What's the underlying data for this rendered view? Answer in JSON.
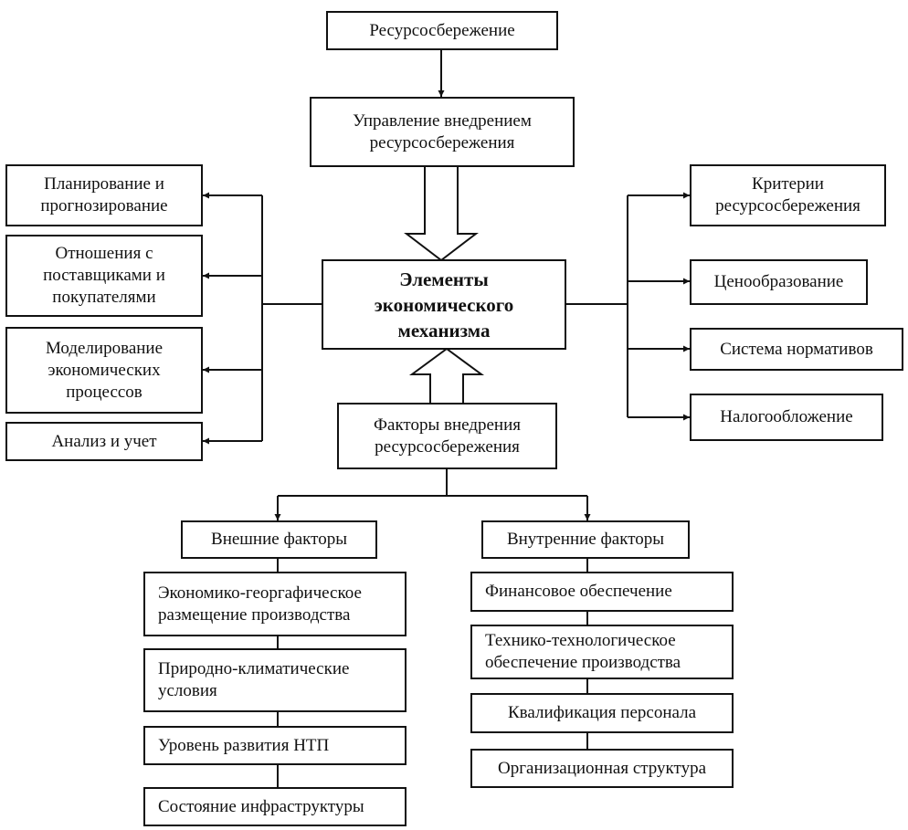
{
  "diagram": {
    "top": {
      "lines": [
        "Ресурсосбережение"
      ]
    },
    "management": {
      "lines": [
        "Управление внедрением",
        "ресурсосбережения"
      ]
    },
    "center": {
      "lines": [
        "Элементы",
        "экономического",
        "механизма"
      ]
    },
    "factors": {
      "lines": [
        "Факторы внедрения",
        "ресурсосбережения"
      ]
    },
    "left_items": [
      {
        "lines": [
          "Планирование и",
          "прогнозирование"
        ]
      },
      {
        "lines": [
          "Отношения с",
          "поставщиками и",
          "покупателями"
        ]
      },
      {
        "lines": [
          "Моделирование",
          "экономических",
          "процессов"
        ]
      },
      {
        "lines": [
          "Анализ и учет"
        ]
      }
    ],
    "right_items": [
      {
        "lines": [
          "Критерии",
          "ресурсосбережения"
        ]
      },
      {
        "lines": [
          "Ценообразование"
        ]
      },
      {
        "lines": [
          "Система нормативов"
        ]
      },
      {
        "lines": [
          "Налогообложение"
        ]
      }
    ],
    "external": {
      "header": {
        "lines": [
          "Внешние факторы"
        ]
      },
      "items": [
        {
          "lines": [
            "Экономико-георгафическое",
            "размещение производства"
          ]
        },
        {
          "lines": [
            "Природно-климатические",
            "условия"
          ]
        },
        {
          "lines": [
            "Уровень развития НТП"
          ]
        },
        {
          "lines": [
            "Состояние инфраструктуры"
          ]
        }
      ]
    },
    "internal": {
      "header": {
        "lines": [
          "Внутренние факторы"
        ]
      },
      "items": [
        {
          "lines": [
            "Финансовое обеспечение"
          ]
        },
        {
          "lines": [
            "Технико-технологическое",
            "обеспечение производства"
          ]
        },
        {
          "lines": [
            "Квалификация персонала"
          ]
        },
        {
          "lines": [
            "Организационная структура"
          ]
        }
      ]
    }
  }
}
